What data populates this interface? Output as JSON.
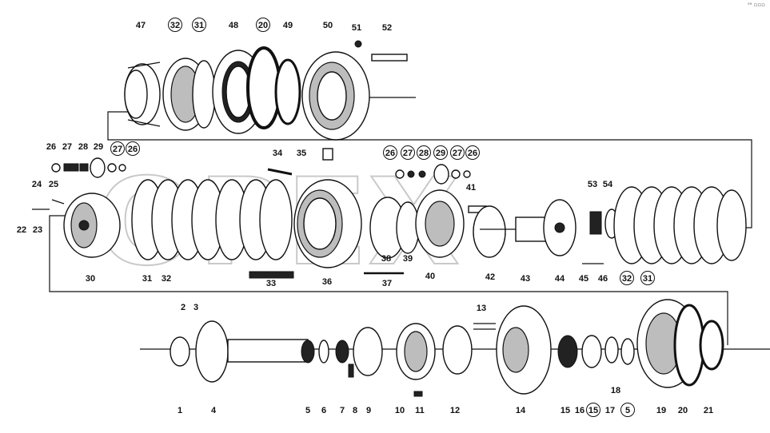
{
  "watermark": "OPEX",
  "corner_mark": "ᵃᵃ ▫▫▫",
  "callouts": [
    {
      "id": "c47",
      "text": "47",
      "circled": false
    },
    {
      "id": "c32a",
      "text": "32",
      "circled": true
    },
    {
      "id": "c31a",
      "text": "31",
      "circled": true
    },
    {
      "id": "c48",
      "text": "48",
      "circled": false
    },
    {
      "id": "c20a",
      "text": "20",
      "circled": true
    },
    {
      "id": "c49",
      "text": "49",
      "circled": false
    },
    {
      "id": "c50",
      "text": "50",
      "circled": false
    },
    {
      "id": "c51",
      "text": "51",
      "circled": false
    },
    {
      "id": "c52",
      "text": "52",
      "circled": false
    },
    {
      "id": "c26a",
      "text": "26",
      "circled": false
    },
    {
      "id": "c27a",
      "text": "27",
      "circled": false
    },
    {
      "id": "c28a",
      "text": "28",
      "circled": false
    },
    {
      "id": "c29a",
      "text": "29",
      "circled": false
    },
    {
      "id": "c27b",
      "text": "27",
      "circled": true
    },
    {
      "id": "c26b",
      "text": "26",
      "circled": true
    },
    {
      "id": "c34",
      "text": "34",
      "circled": false
    },
    {
      "id": "c35",
      "text": "35",
      "circled": false
    },
    {
      "id": "c26c",
      "text": "26",
      "circled": true
    },
    {
      "id": "c27c",
      "text": "27",
      "circled": true
    },
    {
      "id": "c28b",
      "text": "28",
      "circled": true
    },
    {
      "id": "c29b",
      "text": "29",
      "circled": true
    },
    {
      "id": "c27d",
      "text": "27",
      "circled": true
    },
    {
      "id": "c26d",
      "text": "26",
      "circled": true
    },
    {
      "id": "c24",
      "text": "24",
      "circled": false
    },
    {
      "id": "c25",
      "text": "25",
      "circled": false
    },
    {
      "id": "c22",
      "text": "22",
      "circled": false
    },
    {
      "id": "c23",
      "text": "23",
      "circled": false
    },
    {
      "id": "c41",
      "text": "41",
      "circled": false
    },
    {
      "id": "c53",
      "text": "53",
      "circled": false
    },
    {
      "id": "c54",
      "text": "54",
      "circled": false
    },
    {
      "id": "c30",
      "text": "30",
      "circled": false
    },
    {
      "id": "c31b",
      "text": "31",
      "circled": false
    },
    {
      "id": "c32b",
      "text": "32",
      "circled": false
    },
    {
      "id": "c33",
      "text": "33",
      "circled": false
    },
    {
      "id": "c36",
      "text": "36",
      "circled": false
    },
    {
      "id": "c38",
      "text": "38",
      "circled": false
    },
    {
      "id": "c39",
      "text": "39",
      "circled": false
    },
    {
      "id": "c37",
      "text": "37",
      "circled": false
    },
    {
      "id": "c40",
      "text": "40",
      "circled": false
    },
    {
      "id": "c42",
      "text": "42",
      "circled": false
    },
    {
      "id": "c43",
      "text": "43",
      "circled": false
    },
    {
      "id": "c44",
      "text": "44",
      "circled": false
    },
    {
      "id": "c45",
      "text": "45",
      "circled": false
    },
    {
      "id": "c46",
      "text": "46",
      "circled": false
    },
    {
      "id": "c32c",
      "text": "32",
      "circled": true
    },
    {
      "id": "c31c",
      "text": "31",
      "circled": true
    },
    {
      "id": "c2",
      "text": "2",
      "circled": false
    },
    {
      "id": "c3",
      "text": "3",
      "circled": false
    },
    {
      "id": "c13",
      "text": "13",
      "circled": false
    },
    {
      "id": "c1",
      "text": "1",
      "circled": false
    },
    {
      "id": "c4",
      "text": "4",
      "circled": false
    },
    {
      "id": "c5a",
      "text": "5",
      "circled": false
    },
    {
      "id": "c6",
      "text": "6",
      "circled": false
    },
    {
      "id": "c7",
      "text": "7",
      "circled": false
    },
    {
      "id": "c8",
      "text": "8",
      "circled": false
    },
    {
      "id": "c9",
      "text": "9",
      "circled": false
    },
    {
      "id": "c10",
      "text": "10",
      "circled": false
    },
    {
      "id": "c11",
      "text": "11",
      "circled": false
    },
    {
      "id": "c12",
      "text": "12",
      "circled": false
    },
    {
      "id": "c14",
      "text": "14",
      "circled": false
    },
    {
      "id": "c15a",
      "text": "15",
      "circled": false
    },
    {
      "id": "c16",
      "text": "16",
      "circled": false
    },
    {
      "id": "c15b",
      "text": "15",
      "circled": true
    },
    {
      "id": "c17",
      "text": "17",
      "circled": false
    },
    {
      "id": "c18",
      "text": "18",
      "circled": false
    },
    {
      "id": "c5b",
      "text": "5",
      "circled": true
    },
    {
      "id": "c19",
      "text": "19",
      "circled": false
    },
    {
      "id": "c20b",
      "text": "20",
      "circled": false
    },
    {
      "id": "c21",
      "text": "21",
      "circled": false
    }
  ]
}
